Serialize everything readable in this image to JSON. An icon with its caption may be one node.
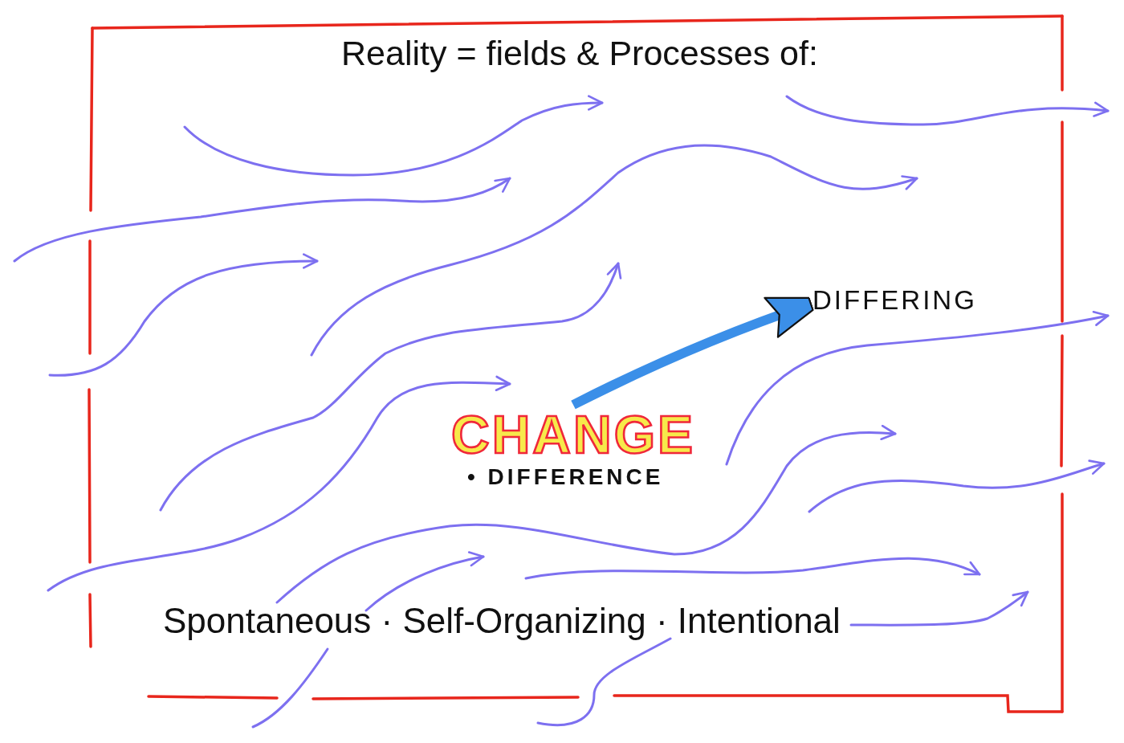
{
  "diagram": {
    "title": "Reality = fields & Processes of:",
    "nodes": [
      {
        "text": [
          "CHANGE",
          "• DIFFERENCE"
        ]
      },
      {
        "text": [
          "DIFFERING"
        ]
      }
    ],
    "edges": [
      {
        "from": 0,
        "to": 1,
        "arrow": "to"
      }
    ],
    "labels": [
      "Spontaneous · Self-Organizing · Intentional"
    ]
  }
}
